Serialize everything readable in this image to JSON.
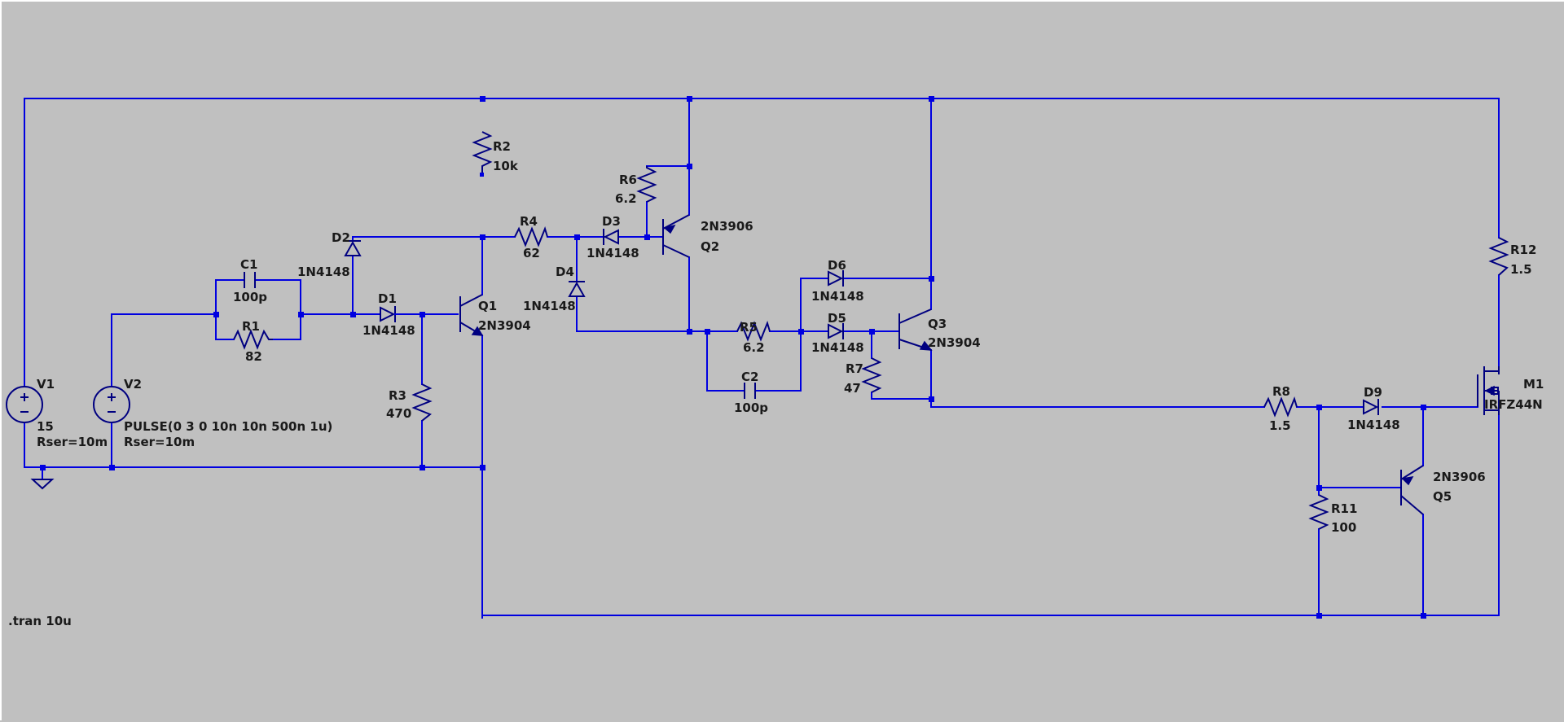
{
  "colors": {
    "background": "#c0c0c0",
    "wire": "#0000e0",
    "symbol": "#000080",
    "text": "#1a1a1a"
  },
  "directive": ".tran 10u",
  "sources": {
    "V1": {
      "name": "V1",
      "value": "15",
      "rser": "Rser=10m"
    },
    "V2": {
      "name": "V2",
      "value": "PULSE(0 3 0 10n 10n 500n 1u)",
      "rser": "Rser=10m"
    }
  },
  "resistors": {
    "R1": {
      "name": "R1",
      "value": "82"
    },
    "R2": {
      "name": "R2",
      "value": "10k"
    },
    "R3": {
      "name": "R3",
      "value": "470"
    },
    "R4": {
      "name": "R4",
      "value": "62"
    },
    "R5": {
      "name": "R5",
      "value": "6.2"
    },
    "R6": {
      "name": "R6",
      "value": "6.2"
    },
    "R7": {
      "name": "R7",
      "value": "47"
    },
    "R8": {
      "name": "R8",
      "value": "1.5"
    },
    "R11": {
      "name": "R11",
      "value": "100"
    },
    "R12": {
      "name": "R12",
      "value": "1.5"
    }
  },
  "capacitors": {
    "C1": {
      "name": "C1",
      "value": "100p"
    },
    "C2": {
      "name": "C2",
      "value": "100p"
    }
  },
  "diodes": {
    "D1": {
      "name": "D1",
      "value": "1N4148"
    },
    "D2": {
      "name": "D2",
      "value": "1N4148"
    },
    "D3": {
      "name": "D3",
      "value": "1N4148"
    },
    "D4": {
      "name": "D4",
      "value": "1N4148"
    },
    "D5": {
      "name": "D5",
      "value": "1N4148"
    },
    "D6": {
      "name": "D6",
      "value": "1N4148"
    },
    "D9": {
      "name": "D9",
      "value": "1N4148"
    }
  },
  "transistors": {
    "Q1": {
      "name": "Q1",
      "value": "2N3904"
    },
    "Q2": {
      "name": "Q2",
      "value": "2N3906"
    },
    "Q3": {
      "name": "Q3",
      "value": "2N3904"
    },
    "Q5": {
      "name": "Q5",
      "value": "2N3906"
    },
    "M1": {
      "name": "M1",
      "value": "IRFZ44N"
    }
  }
}
